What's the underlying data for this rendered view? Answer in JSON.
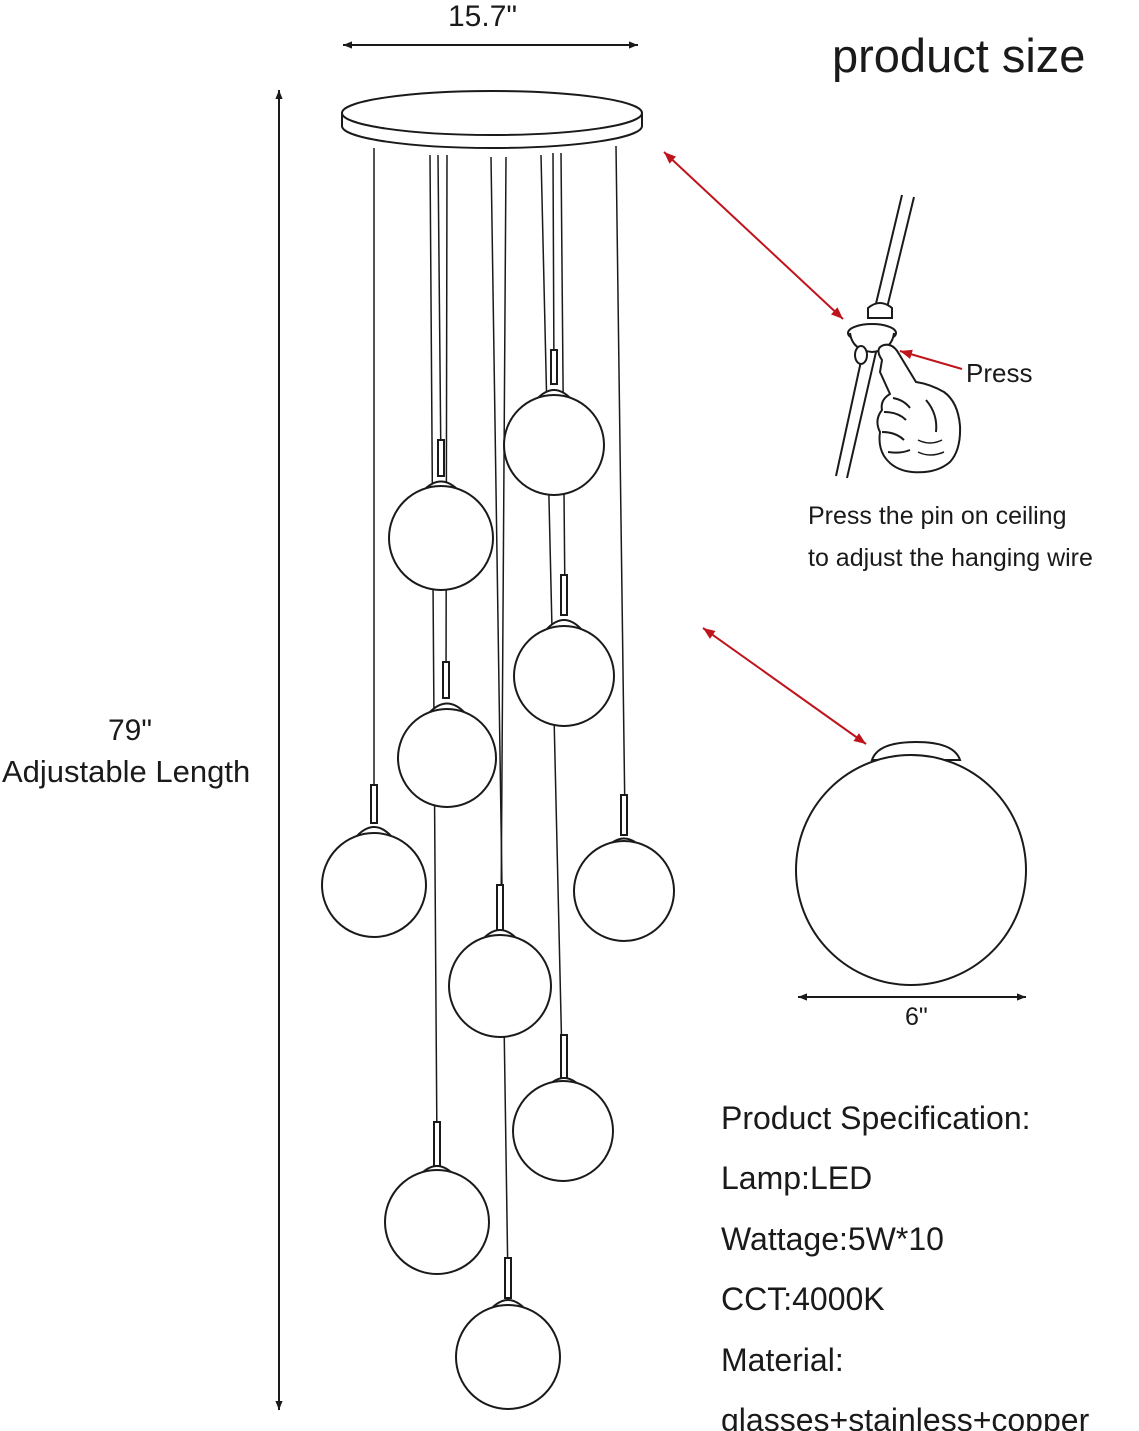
{
  "title": "product size",
  "dimensions": {
    "canopy_diameter": "15.7\"",
    "adjustable_length_value": "79\"",
    "adjustable_length_label": "Adjustable Length",
    "ball_diameter": "6\""
  },
  "press_detail": {
    "label": "Press",
    "note_line1": "Press the pin on ceiling",
    "note_line2": "to adjust the hanging wire"
  },
  "specification": {
    "heading": "Product Specification:",
    "lamp": "Lamp:LED",
    "wattage": "Wattage:5W*10",
    "cct": "CCT:4000K",
    "material_label": "Material:",
    "material_value": "glasses+stainless+copper"
  },
  "colors": {
    "line": "#1a1a1a",
    "arrow_accent": "#c0141c",
    "background": "#ffffff"
  },
  "icons": [
    "pendant-globe-icon",
    "pointing-hand-icon"
  ]
}
